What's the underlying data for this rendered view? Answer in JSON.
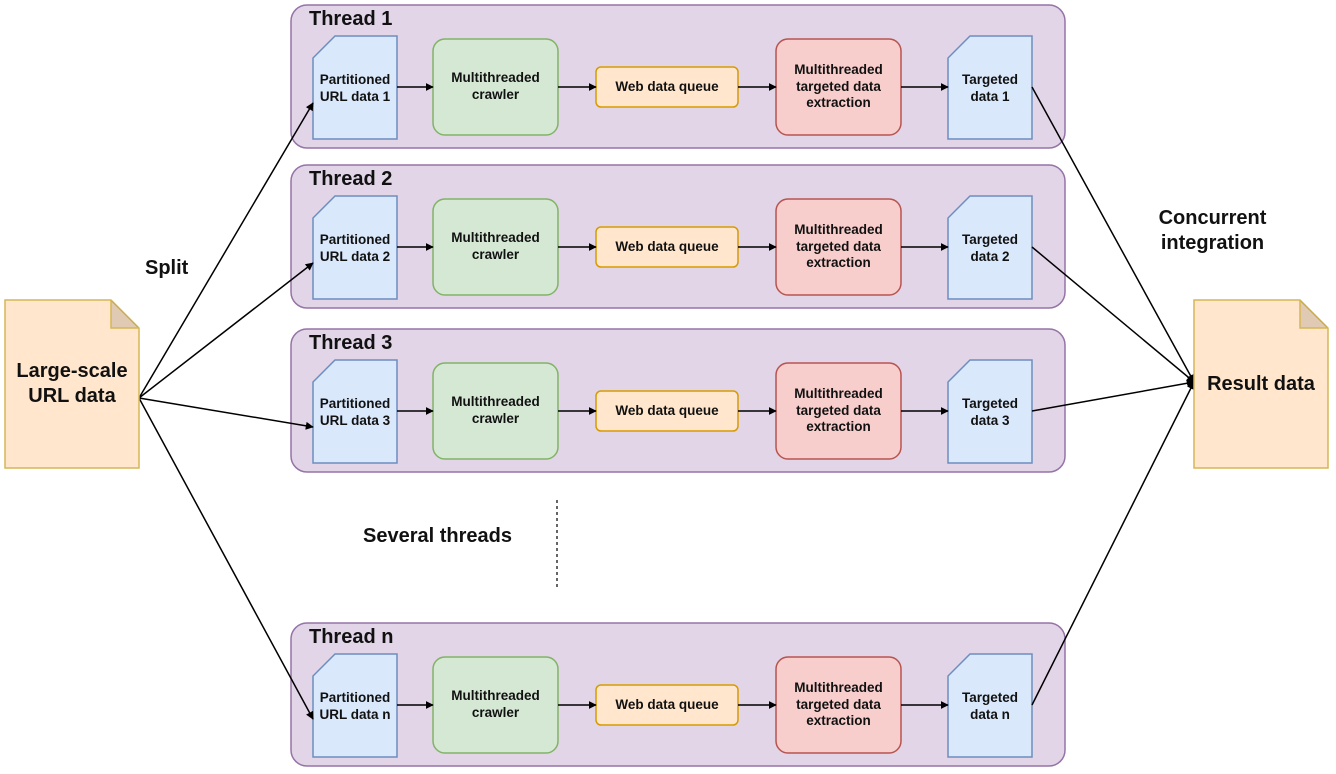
{
  "diagram": {
    "source": {
      "label": "Large-scale\nURL data",
      "fill": "#ffe6cc",
      "stroke": "#d6b656"
    },
    "result": {
      "label": "Result data",
      "fill": "#ffe6cc",
      "stroke": "#d6b656"
    },
    "split_label": "Split",
    "integration_label": "Concurrent\nintegration",
    "several_threads_label": "Several threads",
    "colors": {
      "thread_fill": "#e1d5e7",
      "thread_stroke": "#9673a6",
      "doc_fill": "#dae8fc",
      "doc_stroke": "#6c8ebf",
      "crawler_fill": "#d5e8d4",
      "crawler_stroke": "#82b366",
      "queue_fill": "#ffe6cc",
      "queue_stroke": "#d79b00",
      "extract_fill": "#f8cecc",
      "extract_stroke": "#b85450",
      "edge": "#000000"
    },
    "threads": [
      {
        "title": "Thread 1",
        "partition": "Partitioned\nURL data 1",
        "crawler": "Multithreaded\ncrawler",
        "queue": "Web data queue",
        "extraction": "Multithreaded\ntargeted data\nextraction",
        "targeted": "Targeted\ndata 1"
      },
      {
        "title": "Thread 2",
        "partition": "Partitioned\nURL data 2",
        "crawler": "Multithreaded\ncrawler",
        "queue": "Web data queue",
        "extraction": "Multithreaded\ntargeted data\nextraction",
        "targeted": "Targeted\ndata 2"
      },
      {
        "title": "Thread 3",
        "partition": "Partitioned\nURL data 3",
        "crawler": "Multithreaded\ncrawler",
        "queue": "Web data queue",
        "extraction": "Multithreaded\ntargeted data\nextraction",
        "targeted": "Targeted\ndata 3"
      },
      {
        "title": "Thread n",
        "partition": "Partitioned\nURL data n",
        "crawler": "Multithreaded\ncrawler",
        "queue": "Web data queue",
        "extraction": "Multithreaded\ntargeted data\nextraction",
        "targeted": "Targeted\ndata n"
      }
    ]
  }
}
